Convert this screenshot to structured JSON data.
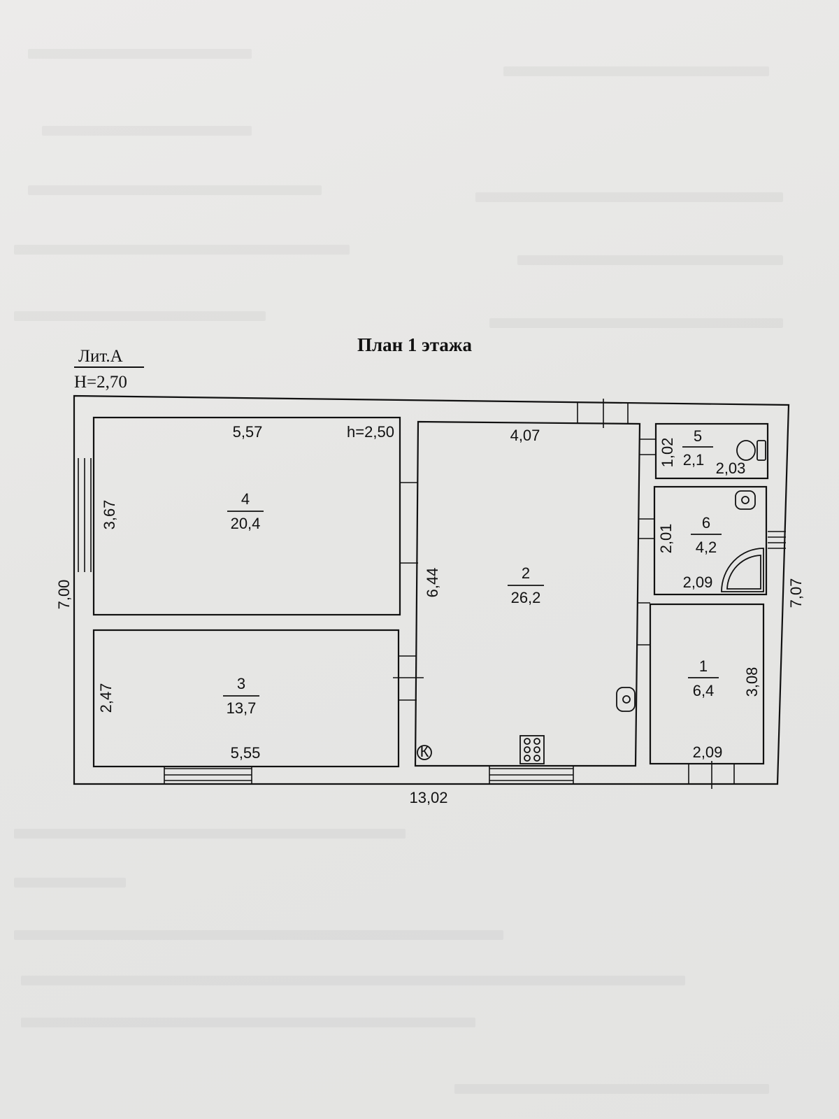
{
  "title": "План 1 этажа",
  "lit": {
    "name": "Лит.А",
    "height": "Н=2,70"
  },
  "outer_dimensions": {
    "left": "7,00",
    "right": "7,07",
    "bottom": "13,02"
  },
  "rooms": [
    {
      "number": "1",
      "area": "6,4",
      "dims": [
        "3,08",
        "2,09"
      ]
    },
    {
      "number": "2",
      "area": "26,2",
      "dims": [
        "4,07",
        "6,44"
      ]
    },
    {
      "number": "3",
      "area": "13,7",
      "dims": [
        "2,47",
        "5,55"
      ]
    },
    {
      "number": "4",
      "area": "20,4",
      "dims": [
        "5,57",
        "3,67"
      ],
      "height_note": "h=2,50"
    },
    {
      "number": "5",
      "area": "2,1",
      "dims": [
        "1,02",
        "2,03"
      ]
    },
    {
      "number": "6",
      "area": "4,2",
      "dims": [
        "2,01",
        "2,09"
      ]
    }
  ],
  "symbols": {
    "boiler": "К"
  },
  "colors": {
    "paper": "#e7e7e5",
    "ink": "#111111"
  }
}
